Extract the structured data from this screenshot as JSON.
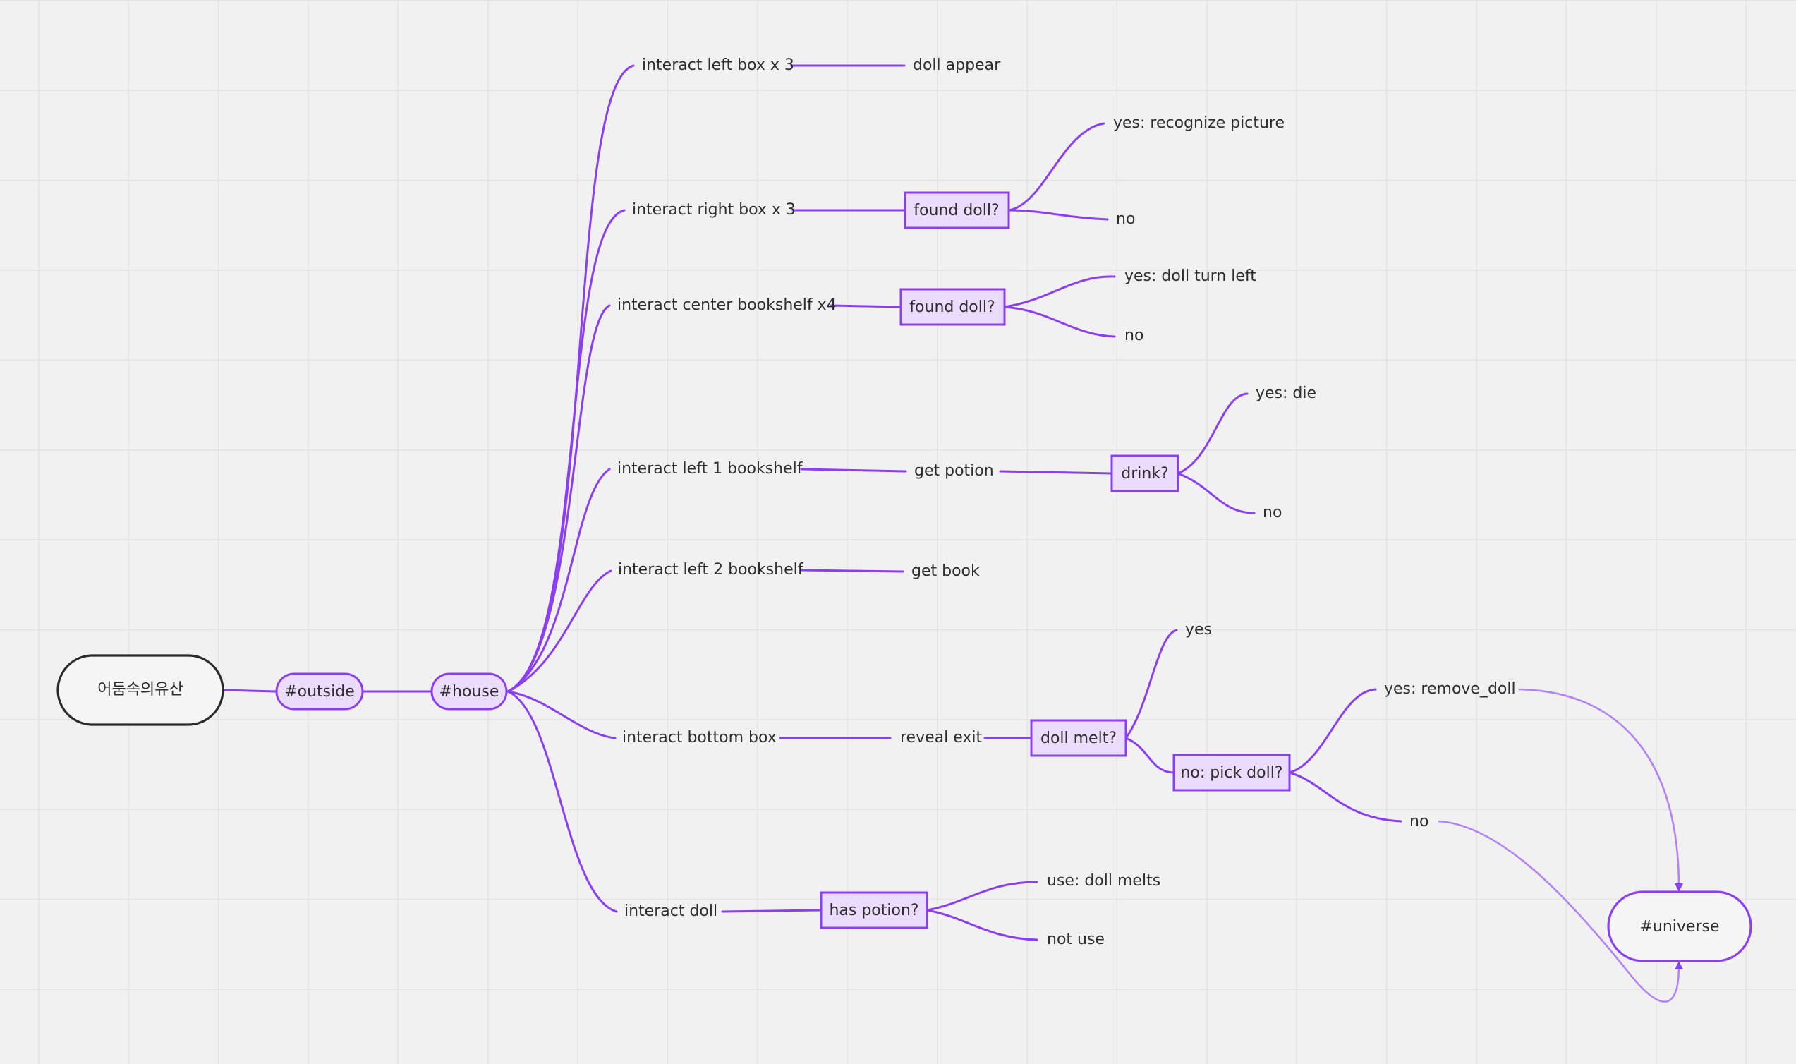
{
  "diagram": {
    "root": "어둠속의유산",
    "outside": "#outside",
    "house": "#house",
    "universe": "#universe",
    "branches": {
      "left_box": {
        "action": "interact left box x 3",
        "result": "doll appear"
      },
      "right_box": {
        "action": "interact right box x 3",
        "question": "found doll?",
        "yes": "yes: recognize picture",
        "no": "no"
      },
      "center_shelf": {
        "action": "interact center bookshelf x4",
        "question": "found doll?",
        "yes": "yes: doll turn left",
        "no": "no"
      },
      "left1_shelf": {
        "action": "interact left 1 bookshelf",
        "result": "get potion",
        "question": "drink?",
        "yes": "yes: die",
        "no": "no"
      },
      "left2_shelf": {
        "action": "interact left 2 bookshelf",
        "result": "get book"
      },
      "bottom_box": {
        "action": "interact bottom box",
        "result": "reveal exit",
        "question": "doll melt?",
        "yes": "yes",
        "no": "no: pick doll?",
        "pick_yes": "yes: remove_doll",
        "pick_no": "no"
      },
      "doll": {
        "action": "interact doll",
        "question": "has potion?",
        "use": "use: doll melts",
        "not_use": "not use"
      }
    },
    "colors": {
      "edge": "#8b3ff3",
      "edge_light": "#b383f4",
      "node_fill": "#ebdcfd",
      "root_stroke": "#2b2b2b",
      "background": "#f1f1f1",
      "grid": "#e3e3e3"
    }
  }
}
